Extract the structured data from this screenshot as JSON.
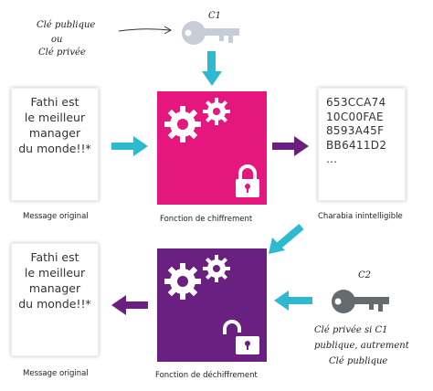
{
  "top_key": {
    "note_lines": [
      "Clé publique",
      "ou",
      "Clé privée"
    ],
    "label": "C1"
  },
  "documents": {
    "plain_text": "Fathi est\nle meilleur\nmanager\ndu monde!!*",
    "cipher_lines": "653CCA74\n10C00FAE\n8593A45F\nBB6411D2\n…",
    "decrypted_text": "Fathi est\nle meilleur\nmanager\ndu monde!!*"
  },
  "captions": {
    "message_original_top": "Message original",
    "encrypt_function": "Fonction de chiffrement",
    "gibberish": "Charabia inintelligible",
    "message_original_bottom": "Message original",
    "decrypt_function": "Fonction de déchiffrement"
  },
  "bottom_key": {
    "label": "C2",
    "note_lines": [
      "Clé privée si C1",
      "publique, autrement",
      "Clé publique"
    ]
  },
  "colors": {
    "encrypt_box": "#e5177e",
    "decrypt_box": "#6a2080",
    "arrow_cyan": "#2dbad1",
    "arrow_purple": "#6a2080",
    "key_light": "#c6cdd6",
    "key_dark": "#666b70"
  }
}
